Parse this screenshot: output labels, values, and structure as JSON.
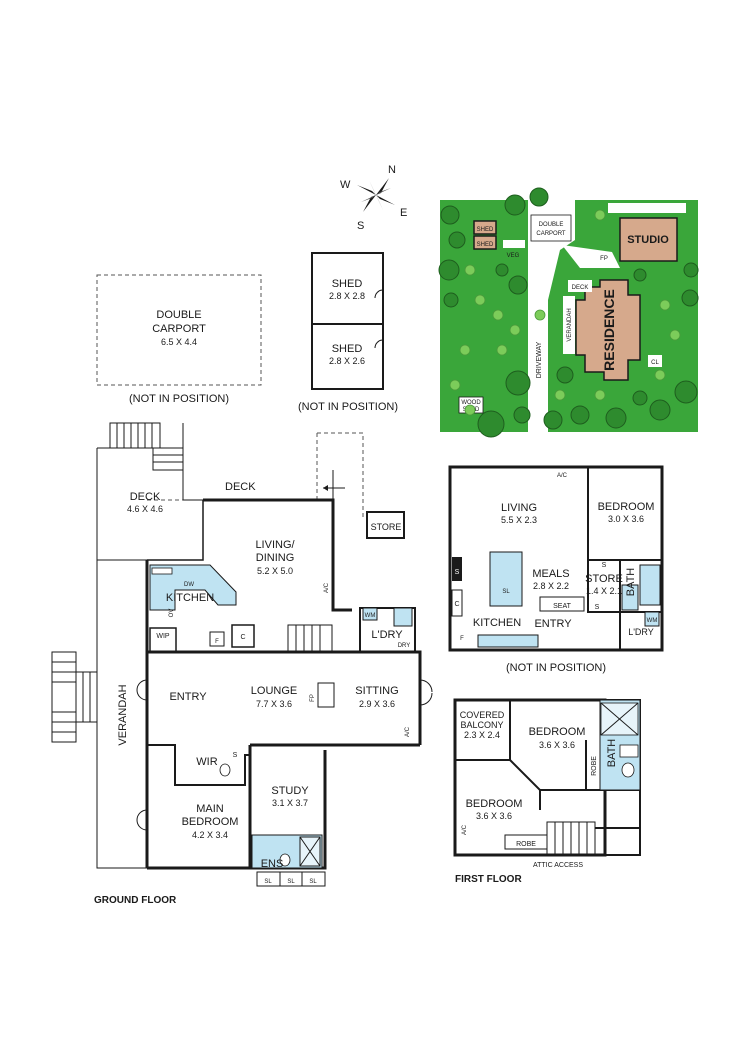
{
  "compass": {
    "n": "N",
    "e": "E",
    "s": "S",
    "w": "W"
  },
  "outbuildings": {
    "carport_name": "DOUBLE",
    "carport_name2": "CARPORT",
    "carport_dim": "6.5 X 4.4",
    "carport_note": "(NOT IN POSITION)",
    "shed1_name": "SHED",
    "shed1_dim": "2.8 X 2.8",
    "shed2_name": "SHED",
    "shed2_dim": "2.8 X 2.6",
    "shed_note": "(NOT IN POSITION)"
  },
  "site": {
    "shed1": "SHED",
    "shed2": "SHED",
    "carport1": "DOUBLE",
    "carport2": "CARPORT",
    "veg": "VEG",
    "studio": "STUDIO",
    "fp": "FP",
    "deck": "DECK",
    "verandah": "VERANDAH",
    "residence": "RESIDENCE",
    "driveway": "DRIVEWAY",
    "wood1": "WOOD",
    "wood2": "SHED",
    "cl": "CL"
  },
  "ground": {
    "title": "GROUND FLOOR",
    "deck_top": "DECK",
    "deck_left": "DECK",
    "deck_left_dim": "4.6 X 4.6",
    "store": "STORE",
    "living1": "LIVING/",
    "living2": "DINING",
    "living_dim": "5.2 X 5.0",
    "kitchen": "KITCHEN",
    "dw": "DW",
    "ov": "OV",
    "wip": "WIP",
    "f": "F",
    "c": "C",
    "ldry": "L'DRY",
    "wm": "WM",
    "dry": "DRY",
    "ac1": "A/C",
    "entry": "ENTRY",
    "lounge": "LOUNGE",
    "lounge_dim": "7.7 X 3.6",
    "fp": "FP",
    "sitting": "SITTING",
    "sitting_dim": "2.9 X 3.6",
    "ac2": "A/C",
    "verandah": "VERANDAH",
    "wir": "WIR",
    "s": "S",
    "study": "STUDY",
    "study_dim": "3.1 X 3.7",
    "main1": "MAIN",
    "main2": "BEDROOM",
    "main_dim": "4.2 X 3.4",
    "ens": "ENS",
    "sl1": "SL",
    "sl2": "SL",
    "sl3": "SL"
  },
  "studio_plan": {
    "living": "LIVING",
    "living_dim": "5.5 X 2.3",
    "ac": "A/C",
    "bedroom": "BEDROOM",
    "bedroom_dim": "3.0 X 3.6",
    "meals": "MEALS",
    "meals_dim": "2.8 X 2.2",
    "s1": "S",
    "s2": "S",
    "s3": "S",
    "store": "STORE",
    "store_dim": "1.4 X 2.1",
    "bath": "BATH",
    "seat": "SEAT",
    "kitchen": "KITCHEN",
    "entry": "ENTRY",
    "ldry": "L'DRY",
    "wm": "WM",
    "sl": "SL",
    "c": "C",
    "f": "F",
    "note": "(NOT IN POSITION)"
  },
  "first": {
    "title": "FIRST FLOOR",
    "balc1": "COVERED",
    "balc2": "BALCONY",
    "balc_dim": "2.3 X 2.4",
    "bed1": "BEDROOM",
    "bed1_dim": "3.6 X 3.6",
    "bath": "BATH",
    "robe1": "ROBE",
    "bed2": "BEDROOM",
    "bed2_dim": "3.6 X 3.6",
    "robe2": "ROBE",
    "attic": "ATTIC ACCESS",
    "ac": "A/C"
  }
}
